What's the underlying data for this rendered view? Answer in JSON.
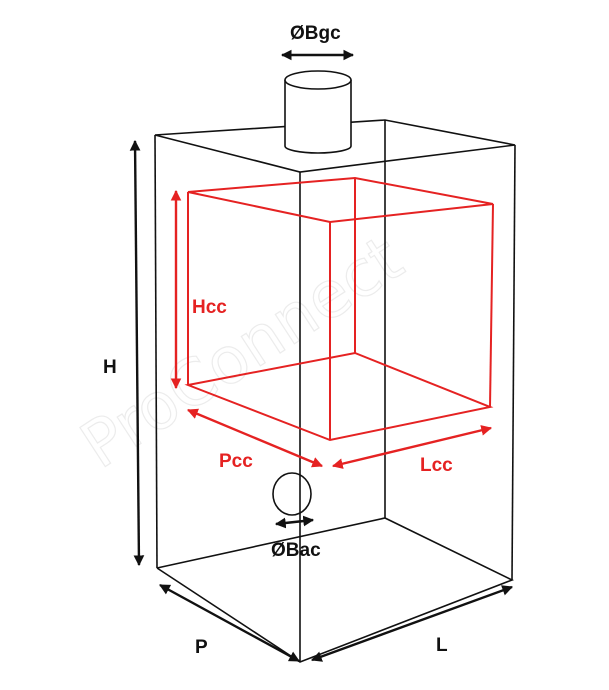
{
  "labels": {
    "flue_diameter": "ØBgc",
    "total_height": "H",
    "chamber_height": "Hcc",
    "chamber_depth": "Pcc",
    "chamber_width": "Lcc",
    "air_inlet_diameter": "ØBac",
    "depth": "P",
    "width": "L"
  },
  "watermark": "ProConnect",
  "colors": {
    "outline": "#111111",
    "chamber": "#e52222",
    "background": "#ffffff"
  }
}
